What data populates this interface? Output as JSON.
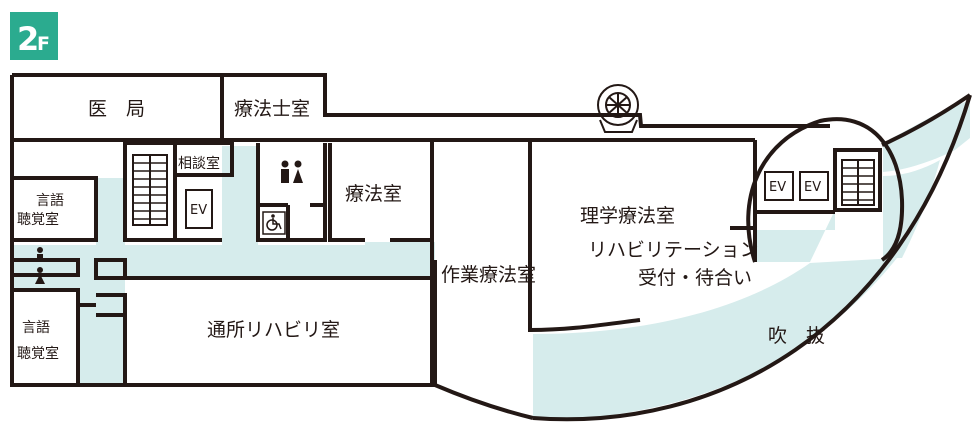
{
  "floor": {
    "number": "2",
    "suffix": "F"
  },
  "colors": {
    "badge": "#2bab8f",
    "corridor": "#d6ecec",
    "wall": "#231815"
  },
  "rooms": {
    "ikyoku": "医　局",
    "ryouhoushi": "療法士室",
    "soudan": "相談室",
    "gengo1": [
      "言語",
      "聴覚室"
    ],
    "gengo2": [
      "言語",
      "聴覚室"
    ],
    "ryouhou": "療法室",
    "sagyou": "作業療法室",
    "rigaku": "理学療法室",
    "reception": [
      "リハビリテーション",
      "受付・待合い"
    ],
    "tsuusho": "通所リハビリ室",
    "fukinuke": "吹　抜",
    "ev": "EV"
  },
  "icons": [
    "restroom-icon",
    "wheelchair-icon",
    "male-icon",
    "female-icon",
    "stairs-icon",
    "spiral-stair-icon"
  ]
}
